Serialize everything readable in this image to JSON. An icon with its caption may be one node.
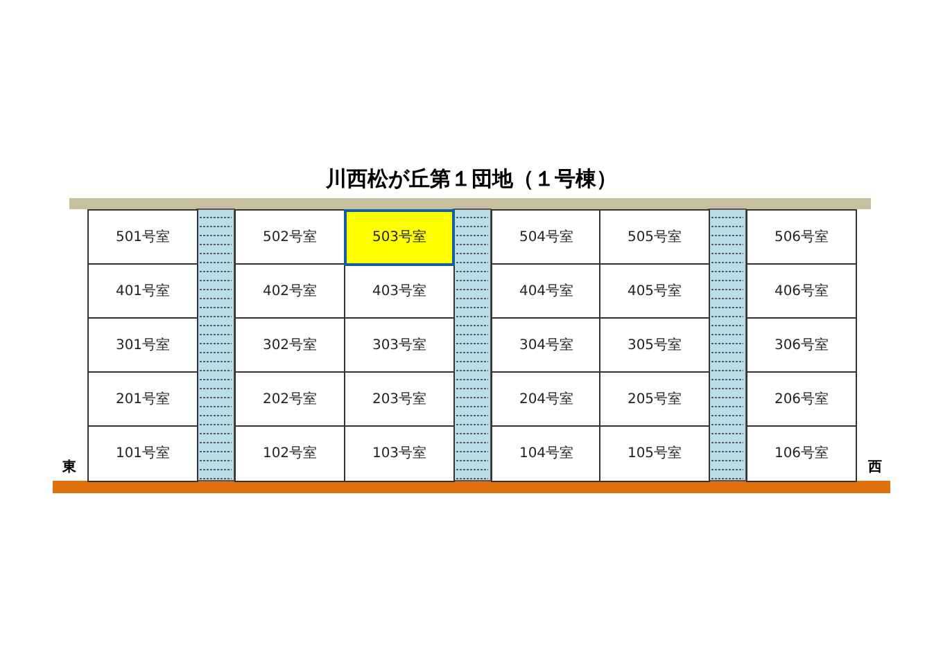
{
  "diagram": {
    "title": "川西松が丘第１団地（１号棟）",
    "nodes": [
      {
        "text": [
          "501号室"
        ]
      },
      {
        "text": [
          "502号室"
        ]
      },
      {
        "text": [
          "503号室"
        ]
      },
      {
        "text": [
          "504号室"
        ]
      },
      {
        "text": [
          "505号室"
        ]
      },
      {
        "text": [
          "506号室"
        ]
      },
      {
        "text": [
          "401号室"
        ]
      },
      {
        "text": [
          "402号室"
        ]
      },
      {
        "text": [
          "403号室"
        ]
      },
      {
        "text": [
          "404号室"
        ]
      },
      {
        "text": [
          "405号室"
        ]
      },
      {
        "text": [
          "406号室"
        ]
      },
      {
        "text": [
          "301号室"
        ]
      },
      {
        "text": [
          "302号室"
        ]
      },
      {
        "text": [
          "303号室"
        ]
      },
      {
        "text": [
          "304号室"
        ]
      },
      {
        "text": [
          "305号室"
        ]
      },
      {
        "text": [
          "306号室"
        ]
      },
      {
        "text": [
          "201号室"
        ]
      },
      {
        "text": [
          "202号室"
        ]
      },
      {
        "text": [
          "203号室"
        ]
      },
      {
        "text": [
          "204号室"
        ]
      },
      {
        "text": [
          "205号室"
        ]
      },
      {
        "text": [
          "206号室"
        ]
      },
      {
        "text": [
          "101号室"
        ]
      },
      {
        "text": [
          "102号室"
        ]
      },
      {
        "text": [
          "103号室"
        ]
      },
      {
        "text": [
          "104号室"
        ]
      },
      {
        "text": [
          "105号室"
        ]
      },
      {
        "text": [
          "106号室"
        ]
      }
    ],
    "labels": [
      "東",
      "西"
    ]
  }
}
